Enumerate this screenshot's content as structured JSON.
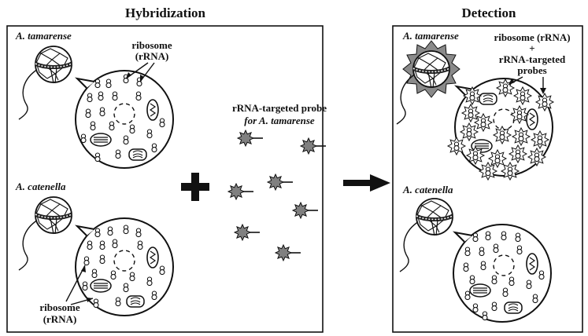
{
  "panels": {
    "hybridization": {
      "title": "Hybridization",
      "organism_top": "A. tamarense",
      "organism_bottom": "A. catenella",
      "ribosome_top": [
        "ribosome",
        "(rRNA)"
      ],
      "ribosome_bottom": [
        "ribosome",
        "(rRNA)"
      ],
      "probe_label": [
        "rRNA-targeted probe",
        "for A. tamarense"
      ]
    },
    "detection": {
      "title": "Detection",
      "organism_top": "A. tamarense",
      "organism_bottom": "A. catenella",
      "complex_label": [
        "ribosome (rRNA)",
        "+",
        "rRNA-targeted",
        "probes"
      ]
    }
  },
  "symbols": {
    "plus": "plus-sign",
    "arrow": "right-arrow",
    "probe": "starburst-probe-icon",
    "ribosome": "ribosome-icon",
    "cell": "dinoflagellate-cell-icon"
  },
  "colors": {
    "ink": "#111111",
    "probe_fill": "#808080",
    "glow_fill": "#8a8a8a",
    "background": "#ffffff"
  }
}
